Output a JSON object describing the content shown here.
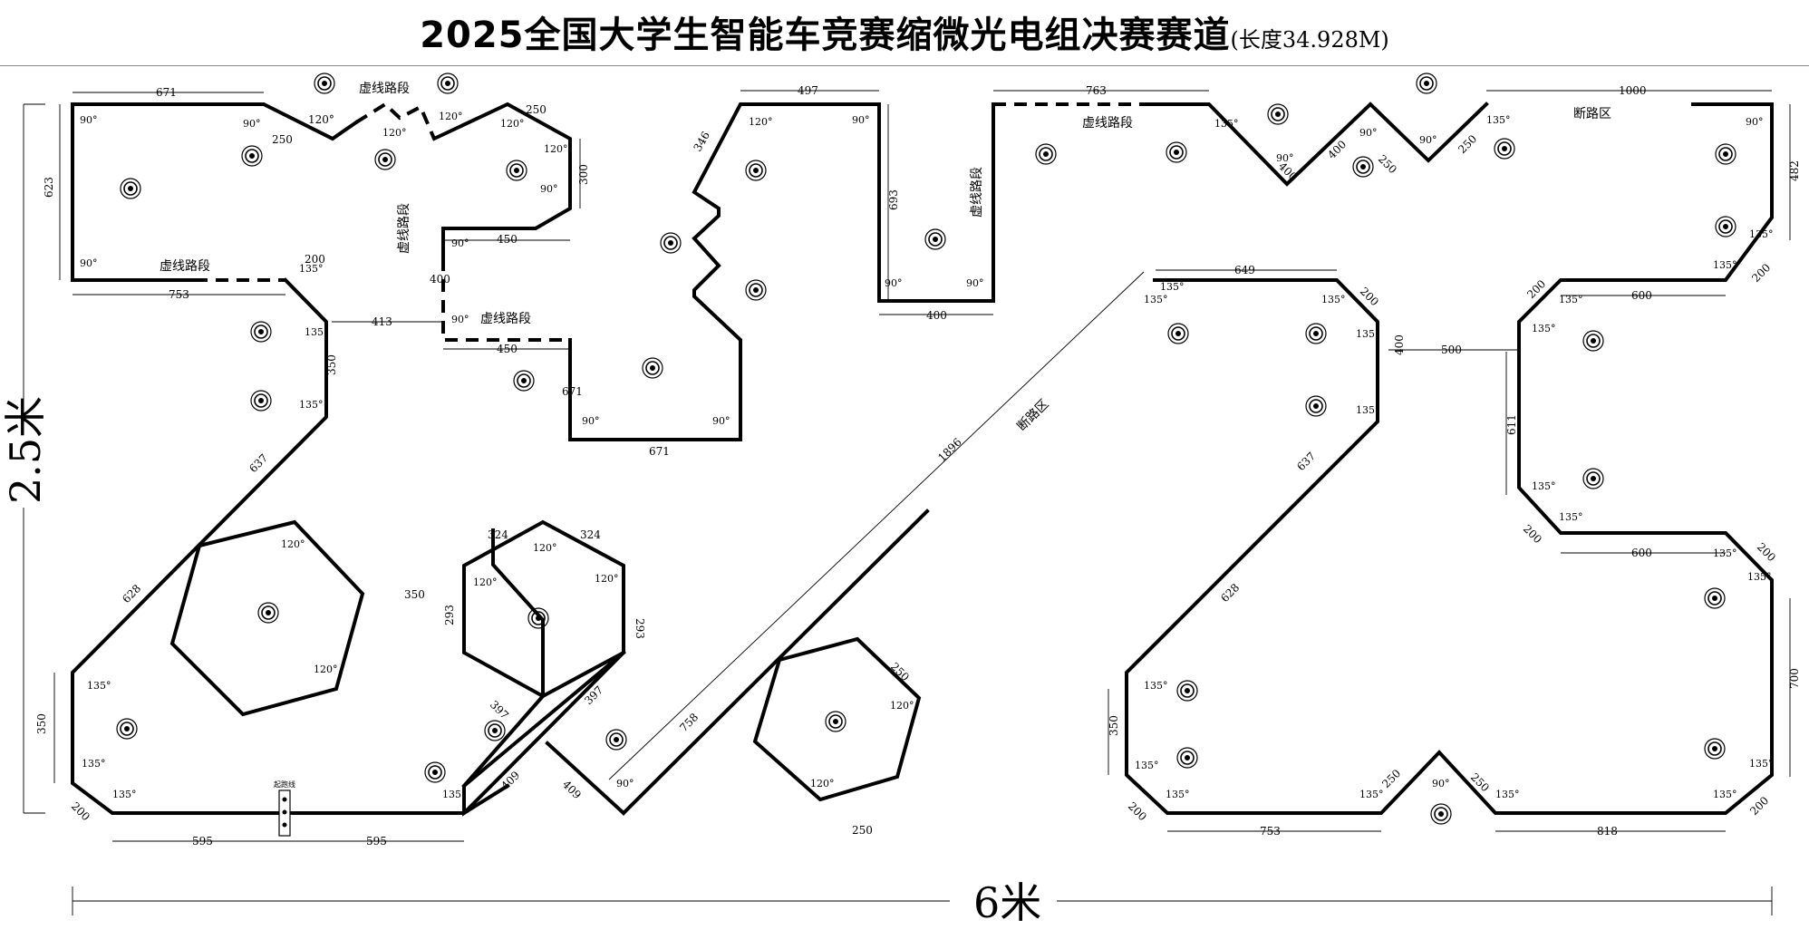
{
  "title": {
    "main": "2025全国大学生智能车竞赛缩微光电组决赛赛道",
    "sub": "(长度34.928M)"
  },
  "scale": {
    "width": "6米",
    "height": "2.5米"
  },
  "labels": {
    "dashed": "虚线路段",
    "break": "断路区",
    "start": "起跑线"
  },
  "dims": [
    "671",
    "250",
    "120°",
    "623",
    "753",
    "200",
    "413",
    "450",
    "400",
    "300",
    "250",
    "497",
    "346",
    "693",
    "400",
    "763",
    "1000",
    "482",
    "600",
    "649",
    "500",
    "611",
    "637",
    "628",
    "350",
    "324",
    "293",
    "397",
    "409",
    "758",
    "1896",
    "595",
    "818",
    "700",
    "90°",
    "135°"
  ],
  "colors": {
    "track": "#000000",
    "background": "#ffffff"
  }
}
